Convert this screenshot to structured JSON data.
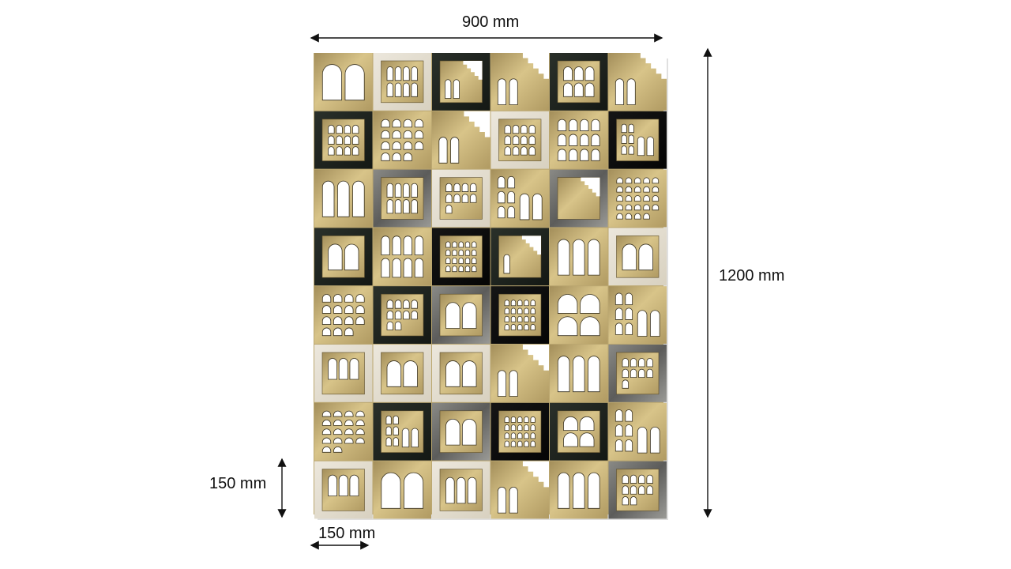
{
  "dimensions": {
    "panel_width": "900 mm",
    "panel_height": "1200 mm",
    "tile_height": "150 mm",
    "tile_width": "150 mm"
  },
  "panel": {
    "columns": 6,
    "rows": 8,
    "tiles": [
      [
        "gold:a2",
        "cream:g8",
        "dark:s2",
        "gold:s2",
        "dark:g6",
        "gold:s2w"
      ],
      [
        "dark:g12",
        "gold:g15",
        "gold:s2",
        "cream:g12",
        "gold:g12",
        "black:m"
      ],
      [
        "gold:a3",
        "marble:g8",
        "cream:g9",
        "gold:m",
        "marble:s0",
        "gold:g24"
      ],
      [
        "dark:a2",
        "gold:g8",
        "black:g20",
        "dark:s1",
        "gold:a3",
        "cream:a2"
      ],
      [
        "gold:g15",
        "dark:g10",
        "marble:a2",
        "black:g20",
        "gold:g4",
        "gold:m"
      ],
      [
        "cream:g3",
        "cream:a2",
        "cream:a2",
        "gold:s2",
        "gold:a3",
        "marble:g9"
      ],
      [
        "gold:g18",
        "dark:m",
        "marble:a2",
        "black:g20",
        "dark:g4",
        "gold:m"
      ],
      [
        "cream:g3",
        "gold:a2",
        "cream:a3",
        "gold:s2",
        "gold:a3",
        "marble:g10"
      ]
    ],
    "materials": {
      "gold": "#c9b277",
      "cream": "#e6e0d2",
      "dark": "#1e221e",
      "black": "#0d0d0d",
      "marble": "#6c6c6a",
      "opening": "#ffffff"
    }
  }
}
